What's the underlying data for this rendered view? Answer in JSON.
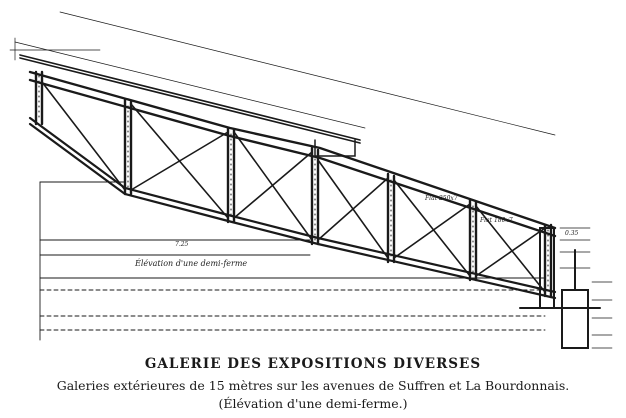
{
  "caption": {
    "title": "GALERIE DES EXPOSITIONS DIVERSES",
    "subtitle": "Galeries extérieures de 15 mètres sur les avenues de Suffren et La Bourdonnais.",
    "note": "(Élévation d'une demi-ferme.)"
  },
  "drawing": {
    "labels": {
      "elevation": "Élévation d'une demi-ferme",
      "flat1": "Flat 250x7",
      "flat2": "Flat 180x7",
      "dim1": "7.25",
      "dim2": "0.35"
    }
  }
}
